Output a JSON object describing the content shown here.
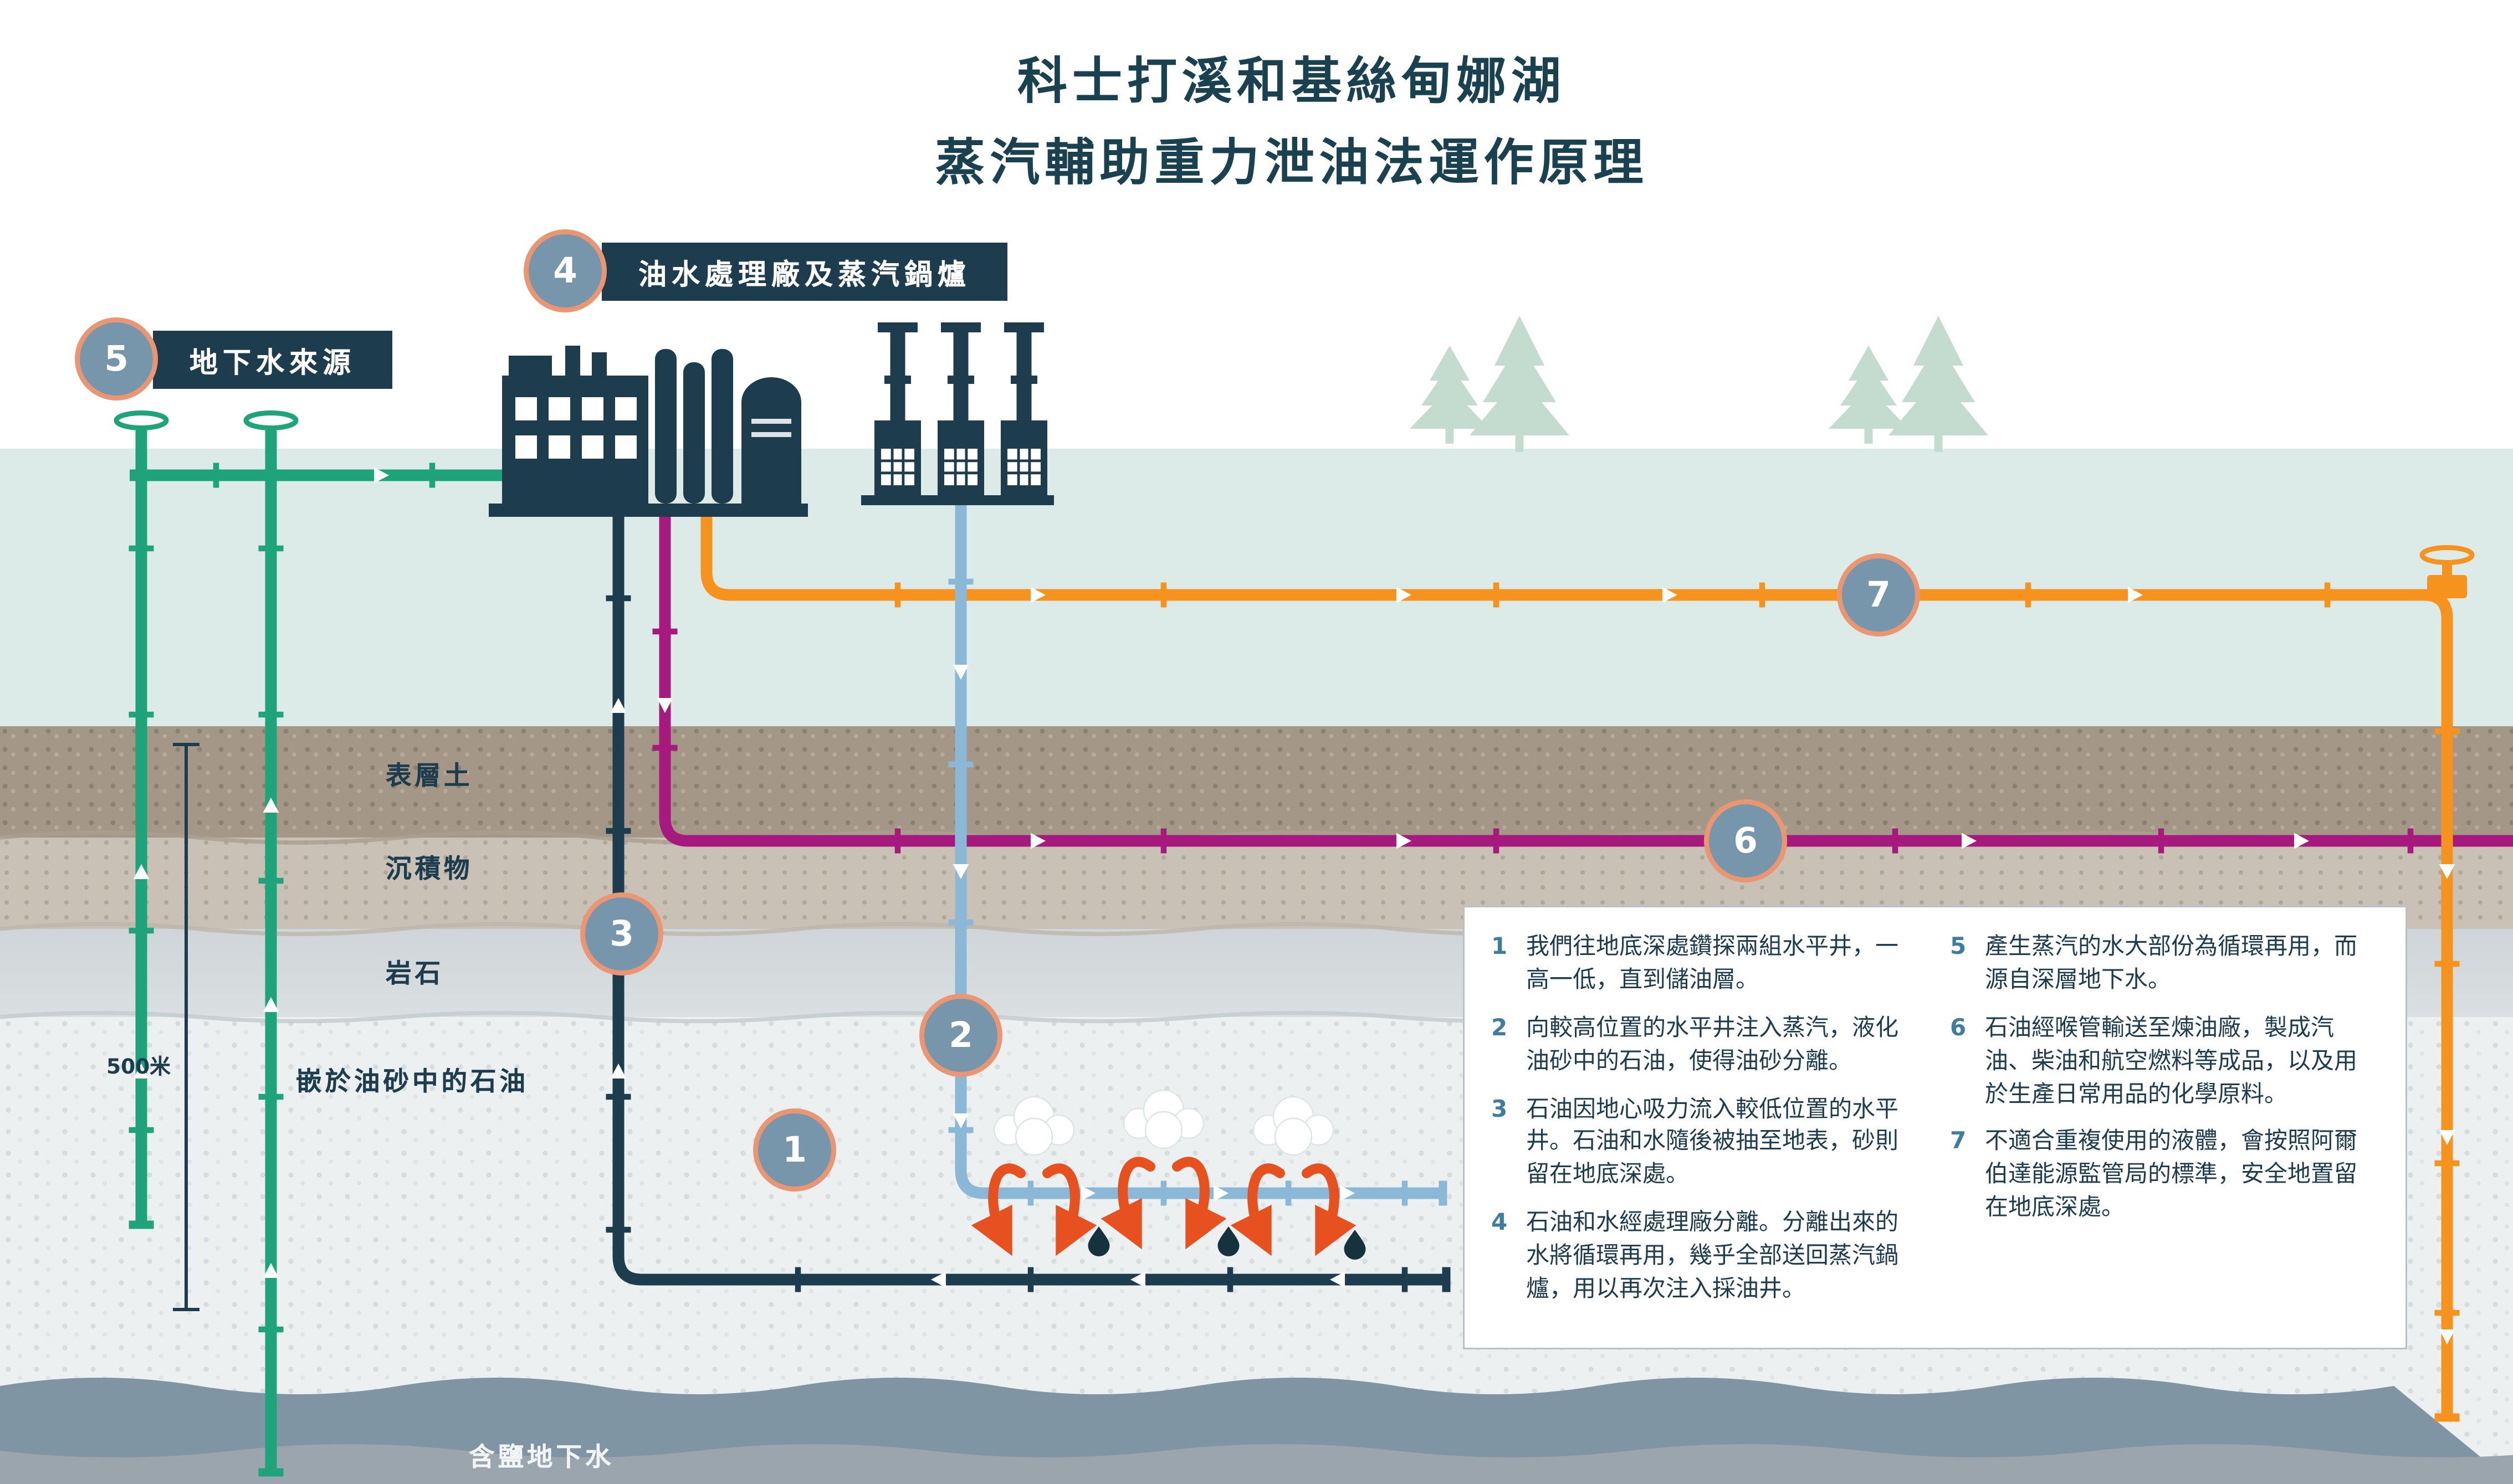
{
  "title": {
    "line1": "科士打溪和基絲甸娜湖",
    "line2": "蒸汽輔助重力泄油法運作原理"
  },
  "banners": {
    "plant": {
      "num": "4",
      "text": "油水處理廠及蒸汽鍋爐"
    },
    "groundwater": {
      "num": "5",
      "text": "地下水來源"
    }
  },
  "layers": {
    "topsoil": "表層土",
    "sediment": "沉積物",
    "rock": "岩石",
    "oilsands": "嵌於油砂中的石油",
    "saline": "含鹽地下水"
  },
  "depth_label": "500米",
  "markers": {
    "m1": "1",
    "m2": "2",
    "m3": "3",
    "m4": "4",
    "m5": "5",
    "m6": "6",
    "m7": "7"
  },
  "legend": {
    "items": [
      {
        "num": "1",
        "text": "我們往地底深處鑽探兩組水平井，一高一低，直到儲油層。"
      },
      {
        "num": "2",
        "text": "向較高位置的水平井注入蒸汽，液化油砂中的石油，使得油砂分離。"
      },
      {
        "num": "3",
        "text": "石油因地心吸力流入較低位置的水平井。石油和水隨後被抽至地表，砂則留在地底深處。"
      },
      {
        "num": "4",
        "text": "石油和水經處理廠分離。分離出來的水將循環再用，幾乎全部送回蒸汽鍋爐，用以再次注入採油井。"
      },
      {
        "num": "5",
        "text": "產生蒸汽的水大部份為循環再用，而源自深層地下水。"
      },
      {
        "num": "6",
        "text": "石油經喉管輸送至煉油廠，製成汽油、柴油和航空燃料等成品，以及用於生產日常用品的化學原料。"
      },
      {
        "num": "7",
        "text": "不適合重複使用的液體，會按照阿爾伯達能源監管局的標準，安全地置留在地底深處。"
      }
    ]
  },
  "colors": {
    "navy": "#1d3c4d",
    "green": "#1fa37a",
    "steam_blue": "#8cb8d8",
    "magenta": "#a61a7d",
    "orange": "#f6921e",
    "arrow_red": "#e6511f",
    "marker_fill": "#7796ab",
    "marker_ring": "#eb9672",
    "surface_band": "#dcebe7",
    "saline_layer": "#8095a4"
  }
}
